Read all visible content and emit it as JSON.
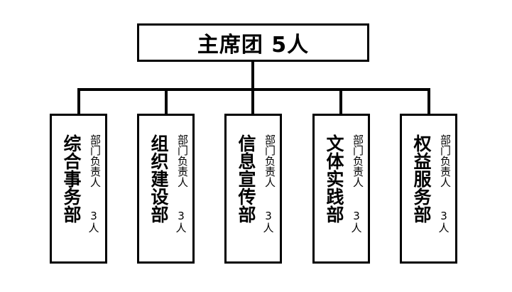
{
  "presidium": {
    "label": "主席团 5人"
  },
  "departments": [
    {
      "name": "综合事务部",
      "role": "部门负责人",
      "count": "3",
      "unit": "人"
    },
    {
      "name": "组织建设部",
      "role": "部门负责人",
      "count": "3",
      "unit": "人"
    },
    {
      "name": "信息宣传部",
      "role": "部门负责人",
      "count": "3",
      "unit": "人"
    },
    {
      "name": "文体实践部",
      "role": "部门负责人",
      "count": "3",
      "unit": "人"
    },
    {
      "name": "权益服务部",
      "role": "部门负责人",
      "count": "3",
      "unit": "人"
    }
  ]
}
